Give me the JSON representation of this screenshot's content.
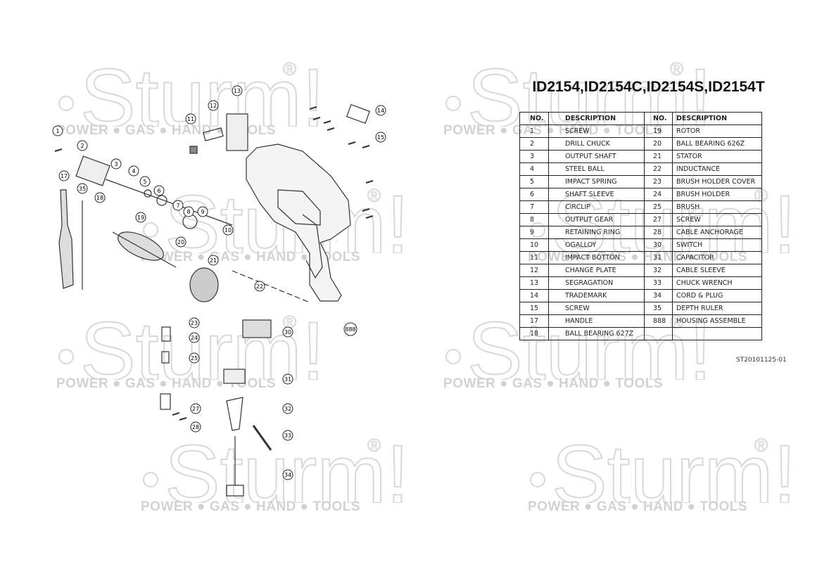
{
  "watermark": {
    "brand": "Sturm!",
    "tagline": "POWER ● GAS ● HAND ● TOOLS"
  },
  "title": "ID2154,ID2154C,ID2154S,ID2154T",
  "table": {
    "headers": [
      "NO.",
      "DESCRIPTION",
      "NO.",
      "DESCRIPTION"
    ],
    "rows": [
      [
        "1",
        "SCREW",
        "19",
        "ROTOR"
      ],
      [
        "2",
        "DRILL CHUCK",
        "20",
        "BALL BEARING 626Z"
      ],
      [
        "3",
        "OUTPUT SHAFT",
        "21",
        "STATOR"
      ],
      [
        "4",
        "STEEL BALL",
        "22",
        "INDUCTANCE"
      ],
      [
        "5",
        "IMPACT SPRING",
        "23",
        "BRUSH HOLDER COVER"
      ],
      [
        "6",
        "SHAFT SLEEVE",
        "24",
        "BRUSH HOLDER"
      ],
      [
        "7",
        "CIRCLIP",
        "25",
        "BRUSH"
      ],
      [
        "8",
        "OUTPUT GEAR",
        "27",
        "SCREW"
      ],
      [
        "9",
        "RETAINING RING",
        "28",
        "CABLE ANCHORAGE"
      ],
      [
        "10",
        "OGALLOY",
        "30",
        "SWITCH"
      ],
      [
        "11",
        "IMPACT BOTTON",
        "31",
        "CAPACITOR"
      ],
      [
        "12",
        "CHANGE PLATE",
        "32",
        "CABLE SLEEVE"
      ],
      [
        "13",
        "SEGRAGATION",
        "33",
        "CHUCK WRENCH"
      ],
      [
        "14",
        "TRADEMARK",
        "34",
        "CORD & PLUG"
      ],
      [
        "15",
        "SCREW",
        "35",
        "DEPTH RULER"
      ],
      [
        "17",
        "HANDLE",
        "888",
        "HOUSING ASSEMBLE"
      ],
      [
        "18",
        "BALL BEARING 627Z",
        "",
        ""
      ]
    ]
  },
  "doc_code": "ST20101125-01",
  "callouts": [
    "1",
    "2",
    "3",
    "4",
    "5",
    "6",
    "7",
    "8",
    "9",
    "10",
    "11",
    "12",
    "13",
    "14",
    "15",
    "17",
    "35",
    "18",
    "19",
    "20",
    "21",
    "22",
    "23",
    "24",
    "25",
    "30",
    "31",
    "32",
    "27",
    "28",
    "33",
    "34",
    "888"
  ]
}
